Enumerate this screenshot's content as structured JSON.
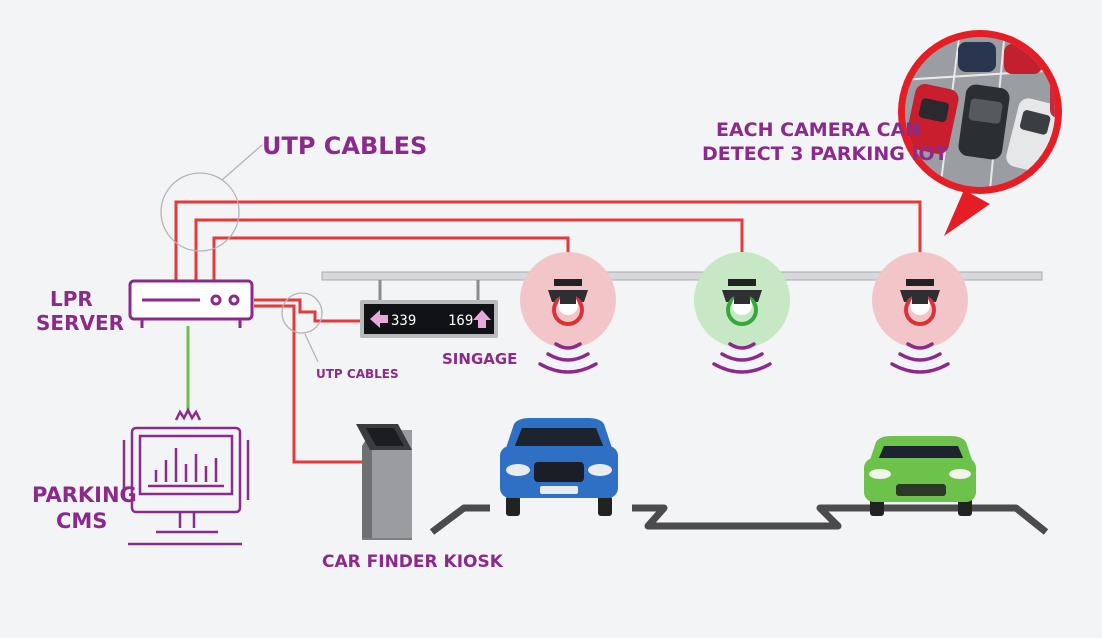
{
  "labels": {
    "utp_cables_top": "UTP CABLES",
    "lpr_line1": "LPR",
    "lpr_line2": "SERVER",
    "utp_cables_small": "UTP CABLES",
    "signage": "SINGAGE",
    "camera_note_line1": "EACH CAMERA CAN",
    "camera_note_line2": "DETECT 3 PARKING IOT",
    "parking_cms_line1": "PARKING",
    "parking_cms_line2": "CMS",
    "kiosk": "CAR FINDER KIOSK"
  },
  "signage_display": {
    "left_count": "339",
    "right_count": "169"
  },
  "cameras": [
    {
      "status": "occupied",
      "halo_color": "#f2c6c9"
    },
    {
      "status": "available",
      "halo_color": "#c6e8c4"
    },
    {
      "status": "occupied",
      "halo_color": "#f2c6c9"
    }
  ],
  "colors": {
    "cable": "#e6393b",
    "lan": "#6cc04a",
    "label": "#8c2a8c",
    "outline": "#8c2a8c",
    "wave": "#8c2a8c",
    "car_blue": "#2f6fc4",
    "car_green": "#6cc24a"
  }
}
